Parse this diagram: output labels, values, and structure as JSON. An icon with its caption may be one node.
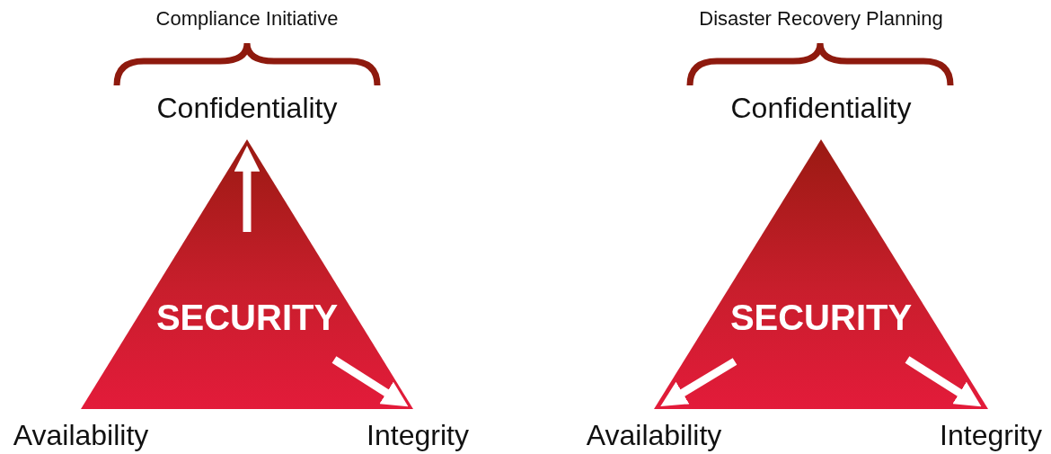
{
  "diagram": {
    "nodes": [
      {
        "text": [
          "SECURITY"
        ]
      },
      {
        "text": [
          "SECURITY"
        ]
      }
    ],
    "labels": [
      "Compliance Initiative",
      "Disaster Recovery Planning",
      "Confidentiality",
      "Confidentiality",
      "Availability",
      "Integrity",
      "Availability",
      "Integrity"
    ]
  }
}
